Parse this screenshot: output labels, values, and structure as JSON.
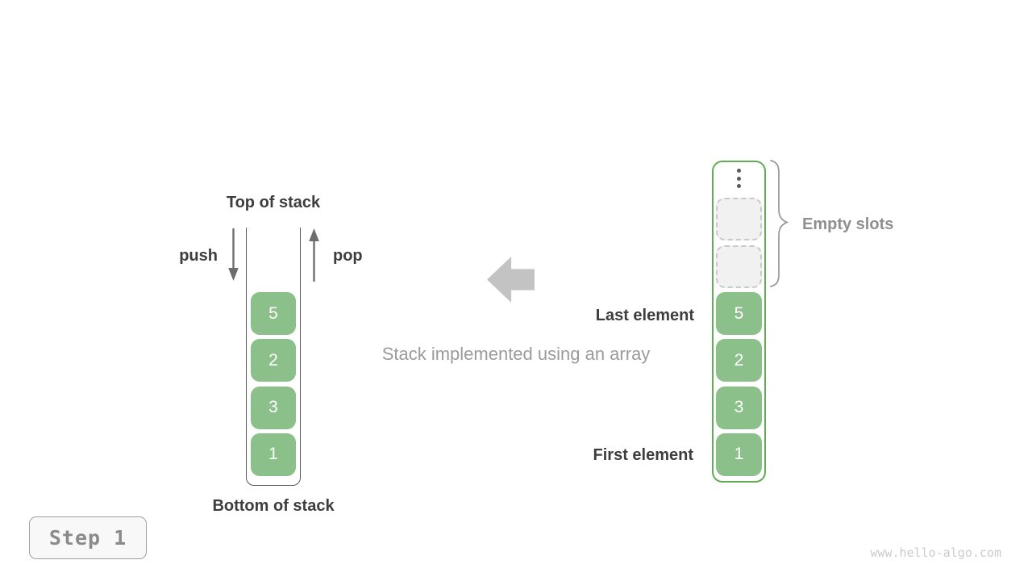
{
  "left_stack": {
    "top_label": "Top of stack",
    "bottom_label": "Bottom of stack",
    "push_label": "push",
    "pop_label": "pop",
    "cells": [
      "5",
      "2",
      "3",
      "1"
    ]
  },
  "caption": "Stack implemented using an array",
  "right_array": {
    "cells": [
      "5",
      "2",
      "3",
      "1"
    ],
    "empty_slots_label": "Empty slots",
    "last_element_label": "Last element",
    "first_element_label": "First element",
    "empty_slot_count": 2
  },
  "step_badge": {
    "label": "Step 1"
  },
  "watermark": "www.hello-algo.com",
  "colors": {
    "cell_green": "#8cc08a",
    "array_border_green": "#63ac55",
    "dark_text": "#3d3d3d",
    "gray_label": "#8f8f8f",
    "caption_gray": "#9b9b9b",
    "block_arrow_gray": "#c3c3c3",
    "stack_wall_gray": "#565656",
    "slot_fill": "#f1f1f1",
    "slot_border": "#c9c9c9",
    "badge_text": "#8a8a8a",
    "watermark_gray": "#cbcbcb"
  }
}
